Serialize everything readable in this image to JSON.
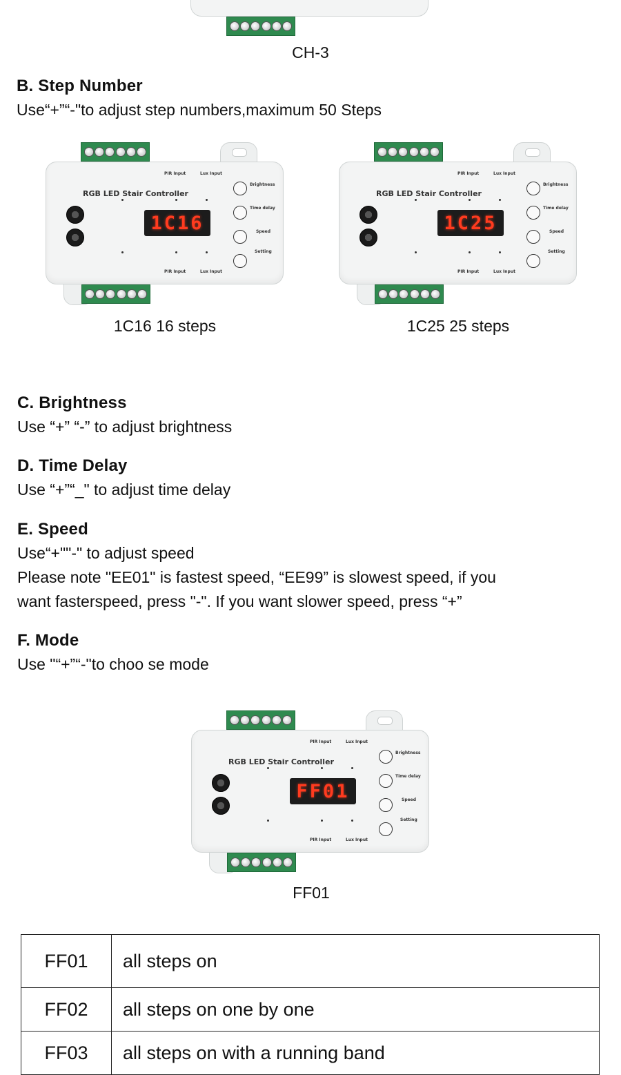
{
  "ch3_caption": "CH-3",
  "step_number": {
    "heading": "B. Step Number",
    "text": "Use“+”“-\"to adjust step numbers,maximum 50 Steps"
  },
  "devices": {
    "left": {
      "display": "1C16",
      "caption": "1C16 16 steps"
    },
    "right": {
      "display": "1C25",
      "caption": "1C25 25 steps"
    },
    "mode": {
      "display": "FF01",
      "caption": "FF01"
    }
  },
  "device_labels": {
    "title": "RGB LED Stair Controller",
    "brightness": "Brightness",
    "time_delay": "Time delay",
    "speed": "Speed",
    "setting": "Setting",
    "pir_input": "PIR Input",
    "lux_input": "Lux Input"
  },
  "brightness": {
    "heading": "C.  Brightness",
    "text": "Use “+” “-” to adjust brightness"
  },
  "time_delay": {
    "heading": "D.  Time Delay",
    "text": "Use “+”“_\" to adjust time delay"
  },
  "speed": {
    "heading": "E.  Speed",
    "text": "Use“+\"\"-\" to adjust speed",
    "note_line1": "Please note \"EE01\" is fastest speed, “EE99” is slowest speed, if you",
    "note_line2": "want fasterspeed, press \"-\". If you want slower speed, press “+”"
  },
  "mode": {
    "heading": "F.  Mode",
    "text": "Use \"“+”“-\"to choo se mode"
  },
  "mode_table": {
    "rows": [
      {
        "code": "FF01",
        "desc": "all steps on"
      },
      {
        "code": "FF02",
        "desc": "all steps on one by one"
      },
      {
        "code": "FF03",
        "desc": "all steps on with a running band"
      }
    ]
  }
}
